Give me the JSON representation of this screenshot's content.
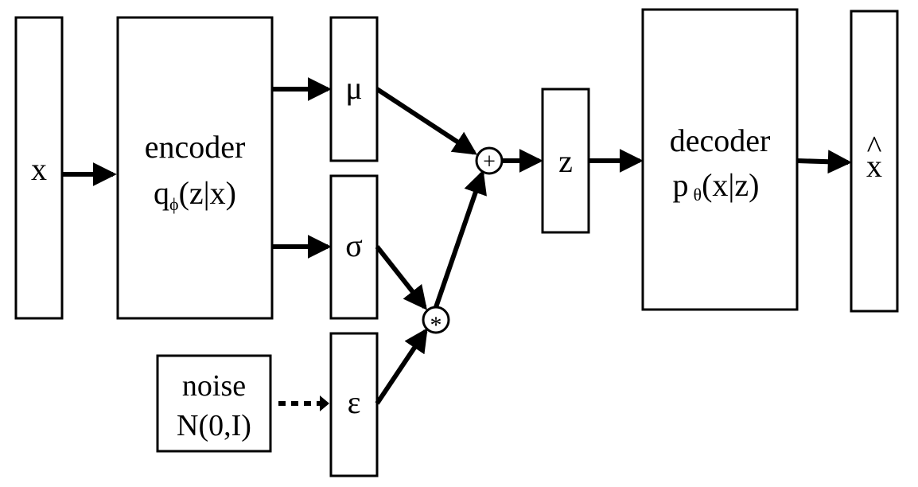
{
  "nodes": {
    "x": {
      "label": "x"
    },
    "encoder": {
      "line1": "encoder",
      "q": "q",
      "phi": "ϕ",
      "cond": "(z|x)"
    },
    "mu": {
      "label": "μ"
    },
    "sigma": {
      "label": "σ"
    },
    "eps": {
      "label": "ε"
    },
    "noise": {
      "line1": "noise",
      "line2": "N(0,I)"
    },
    "plus": {
      "symbol": "+"
    },
    "times": {
      "symbol": "*"
    },
    "z": {
      "label": "z"
    },
    "decoder": {
      "line1": "decoder",
      "p": "p",
      "theta": "θ",
      "cond": "(x|z)"
    },
    "xhat": {
      "label": "x",
      "hat": "^"
    }
  }
}
